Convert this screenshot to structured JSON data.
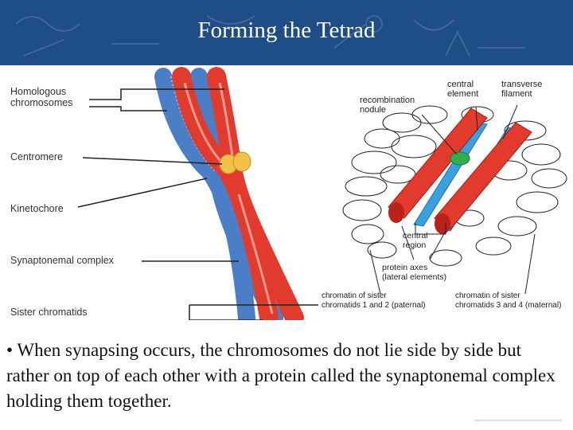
{
  "slide": {
    "title": "Forming the Tetrad",
    "bullet": "• When synapsing occurs, the chromosomes do not lie side by side but rather on top of each other with a protein called the synaptonemal complex holding them together."
  },
  "left_labels": {
    "homologous": "Homologous\nchromosomes",
    "centromere": "Centromere",
    "kinetochore": "Kinetochore",
    "synaptonemal": "Synaptonemal complex",
    "sister": "Sister chromatids"
  },
  "right_labels": {
    "recombination": "recombination\nnodule",
    "central_element": "central\nelement",
    "transverse": "transverse\nfilament",
    "central_region": "central\nregion",
    "protein_axes": "protein axes\n(lateral elements)",
    "chromatin_left": "chromatin of sister\nchromatids 1 and 2 (paternal)",
    "chromatin_right": "chromatin of sister\nchromatids 3 and 4 (maternal)"
  },
  "colors": {
    "title_bg": "#1f4d86",
    "chromatid_red": "#e23b2e",
    "chromatid_blue": "#4a7fc8",
    "centromere": "#f2c14a",
    "element_blue": "#3aa0e0",
    "nodule_green": "#2fb04a"
  }
}
